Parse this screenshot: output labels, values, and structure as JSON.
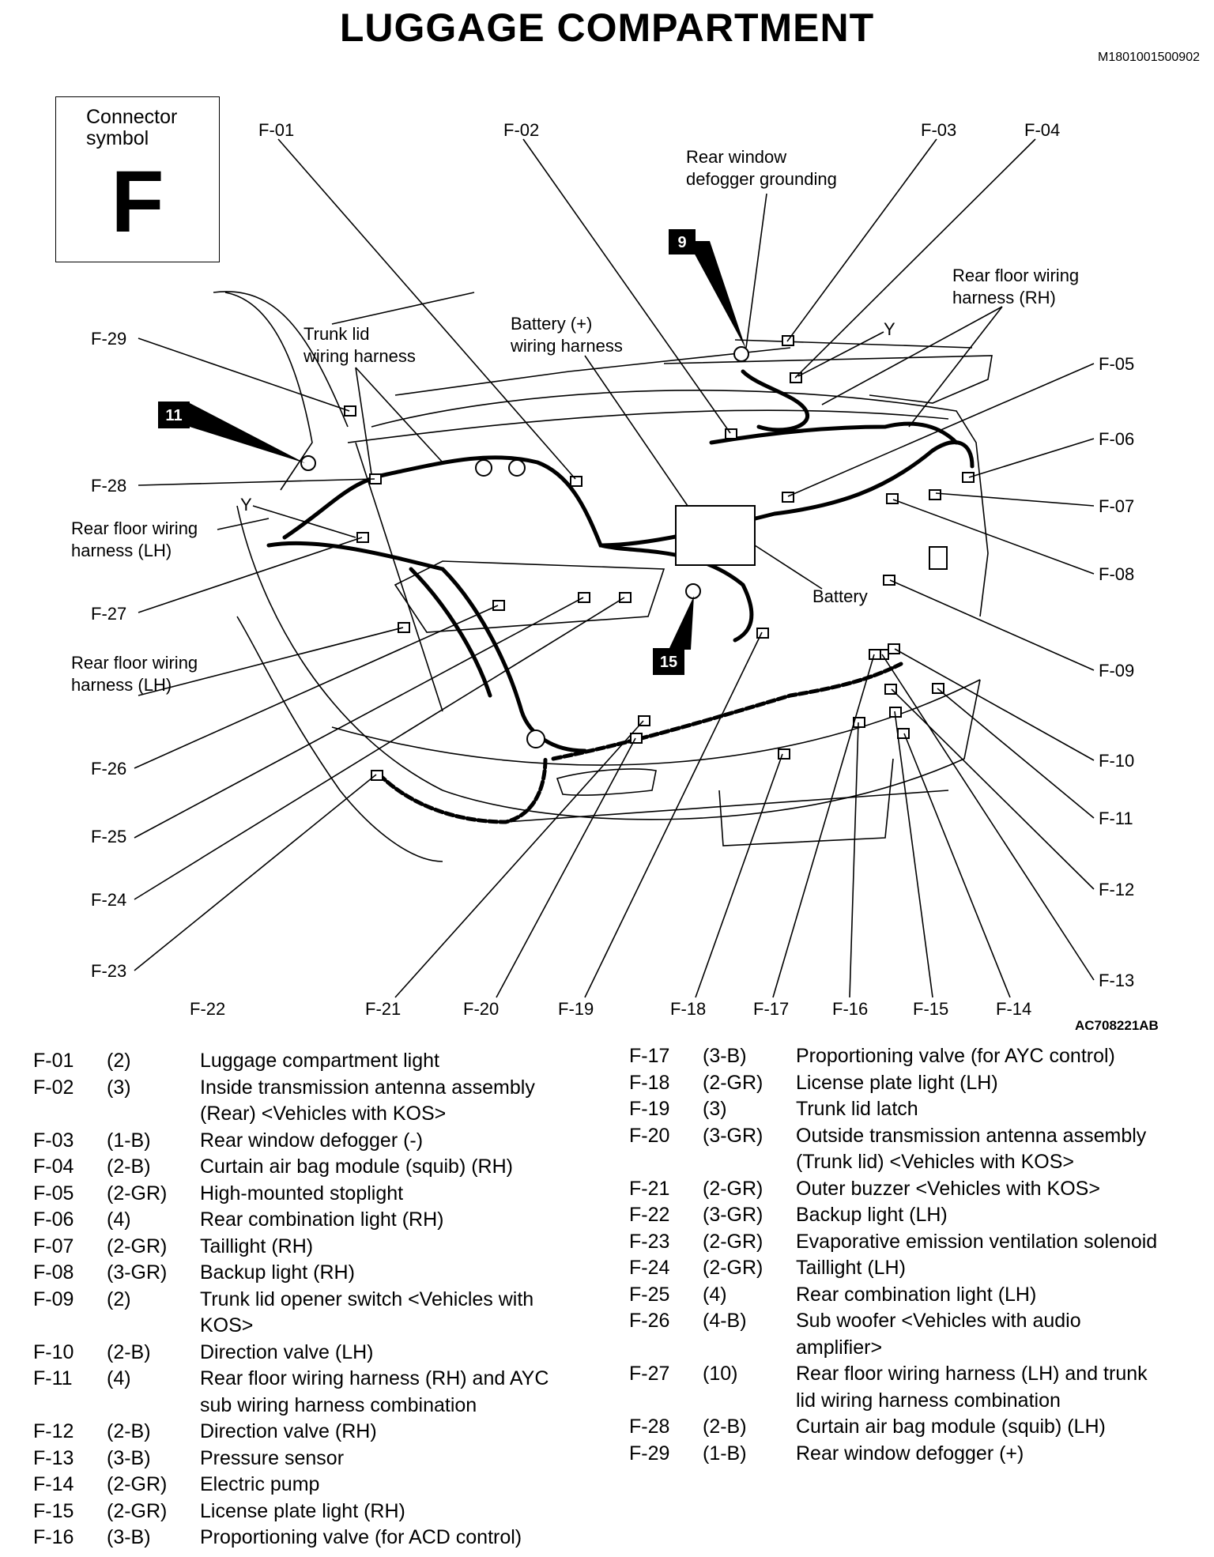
{
  "title": "LUGGAGE COMPARTMENT",
  "doc_id": "M1801001500902",
  "figure_id": "AC708221AB",
  "connector_symbol": {
    "caption": "Connector\nsymbol",
    "letter": "F"
  },
  "callouts": {
    "f01": "F-01",
    "f02": "F-02",
    "f03": "F-03",
    "f04": "F-04",
    "f05": "F-05",
    "f06": "F-06",
    "f07": "F-07",
    "f08": "F-08",
    "f09": "F-09",
    "f10": "F-10",
    "f11": "F-11",
    "f12": "F-12",
    "f13": "F-13",
    "f14": "F-14",
    "f15": "F-15",
    "f16": "F-16",
    "f17": "F-17",
    "f18": "F-18",
    "f19": "F-19",
    "f20": "F-20",
    "f21": "F-21",
    "f22": "F-22",
    "f23": "F-23",
    "f24": "F-24",
    "f25": "F-25",
    "f26": "F-26",
    "f27": "F-27",
    "f28": "F-28",
    "f29": "F-29"
  },
  "annotations": {
    "rear_defogger_ground_1": "Rear window",
    "rear_defogger_ground_2": "defogger grounding",
    "rear_floor_rh_1": "Rear floor wiring",
    "rear_floor_rh_2": "harness (RH)",
    "trunk_lid_harness_1": "Trunk lid",
    "trunk_lid_harness_2": "wiring harness",
    "battery_harness_1": "Battery (+)",
    "battery_harness_2": "wiring harness",
    "rear_floor_lh_a_1": "Rear floor wiring",
    "rear_floor_lh_a_2": "harness (LH)",
    "rear_floor_lh_b_1": "Rear floor wiring",
    "rear_floor_lh_b_2": "harness (LH)",
    "battery": "Battery",
    "y_right": "Y",
    "y_left": "Y"
  },
  "badges": {
    "b9": "9",
    "b11": "11",
    "b15": "15"
  },
  "legend_left": [
    {
      "code": "F-01",
      "spec": "(2)",
      "desc": "Luggage compartment light"
    },
    {
      "code": "F-02",
      "spec": "(3)",
      "desc": "Inside transmission antenna assembly (Rear) <Vehicles with KOS>"
    },
    {
      "code": "F-03",
      "spec": "(1-B)",
      "desc": "Rear window defogger (-)"
    },
    {
      "code": "F-04",
      "spec": "(2-B)",
      "desc": "Curtain air bag module (squib) (RH)"
    },
    {
      "code": "F-05",
      "spec": "(2-GR)",
      "desc": "High-mounted stoplight"
    },
    {
      "code": "F-06",
      "spec": "(4)",
      "desc": "Rear combination light (RH)"
    },
    {
      "code": "F-07",
      "spec": "(2-GR)",
      "desc": "Taillight (RH)"
    },
    {
      "code": "F-08",
      "spec": "(3-GR)",
      "desc": "Backup light (RH)"
    },
    {
      "code": "F-09",
      "spec": "(2)",
      "desc": "Trunk lid opener switch <Vehicles with KOS>"
    },
    {
      "code": "F-10",
      "spec": "(2-B)",
      "desc": "Direction valve (LH)"
    },
    {
      "code": "F-11",
      "spec": "(4)",
      "desc": "Rear floor wiring harness (RH) and AYC sub wiring harness combination"
    },
    {
      "code": "F-12",
      "spec": "(2-B)",
      "desc": "Direction valve (RH)"
    },
    {
      "code": "F-13",
      "spec": "(3-B)",
      "desc": "Pressure sensor"
    },
    {
      "code": "F-14",
      "spec": "(2-GR)",
      "desc": "Electric pump"
    },
    {
      "code": "F-15",
      "spec": "(2-GR)",
      "desc": "License plate light (RH)"
    },
    {
      "code": "F-16",
      "spec": "(3-B)",
      "desc": "Proportioning valve (for ACD control)"
    }
  ],
  "legend_right": [
    {
      "code": "F-17",
      "spec": "(3-B)",
      "desc": "Proportioning valve (for AYC control)"
    },
    {
      "code": "F-18",
      "spec": "(2-GR)",
      "desc": "License plate light (LH)"
    },
    {
      "code": "F-19",
      "spec": "(3)",
      "desc": "Trunk lid latch"
    },
    {
      "code": "F-20",
      "spec": "(3-GR)",
      "desc": "Outside transmission antenna assembly (Trunk lid) <Vehicles with KOS>"
    },
    {
      "code": "F-21",
      "spec": "(2-GR)",
      "desc": "Outer buzzer <Vehicles with KOS>"
    },
    {
      "code": "F-22",
      "spec": "(3-GR)",
      "desc": "Backup light (LH)"
    },
    {
      "code": "F-23",
      "spec": "(2-GR)",
      "desc": "Evaporative emission ventilation solenoid"
    },
    {
      "code": "F-24",
      "spec": "(2-GR)",
      "desc": "Taillight (LH)"
    },
    {
      "code": "F-25",
      "spec": "(4)",
      "desc": "Rear combination light (LH)"
    },
    {
      "code": "F-26",
      "spec": "(4-B)",
      "desc": "Sub woofer <Vehicles with audio amplifier>"
    },
    {
      "code": "F-27",
      "spec": "(10)",
      "desc": "Rear floor wiring harness (LH) and trunk lid wiring harness combination"
    },
    {
      "code": "F-28",
      "spec": "(2-B)",
      "desc": "Curtain air bag module (squib) (LH)"
    },
    {
      "code": "F-29",
      "spec": "(1-B)",
      "desc": "Rear window defogger (+)"
    }
  ]
}
